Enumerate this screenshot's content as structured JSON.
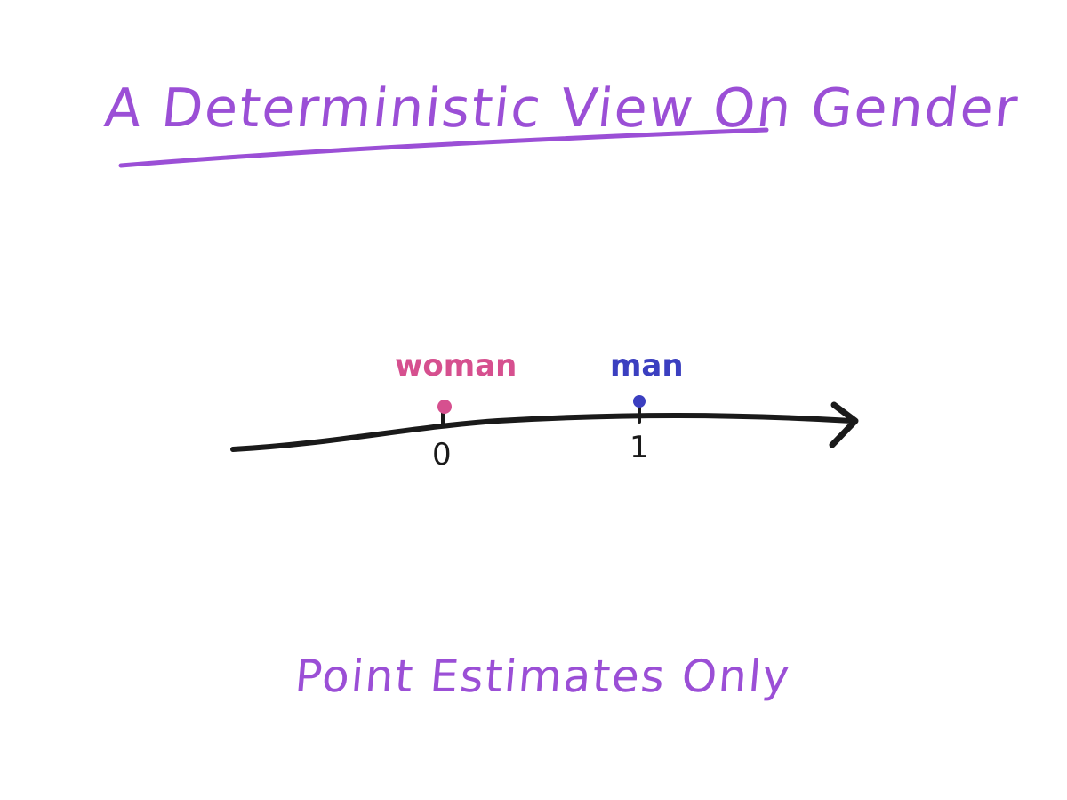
{
  "title": "A Deterministic View On Gender",
  "subtitle": "Point Estimates Only",
  "axis": {
    "ticks": [
      {
        "label": "0",
        "value": 0
      },
      {
        "label": "1",
        "value": 1
      }
    ]
  },
  "points": [
    {
      "label": "woman",
      "value": 0,
      "color": "#d6508f"
    },
    {
      "label": "man",
      "value": 1,
      "color": "#3b3fc0"
    }
  ],
  "colors": {
    "title": "#9b4fd6",
    "axis": "#1a1a1a"
  }
}
